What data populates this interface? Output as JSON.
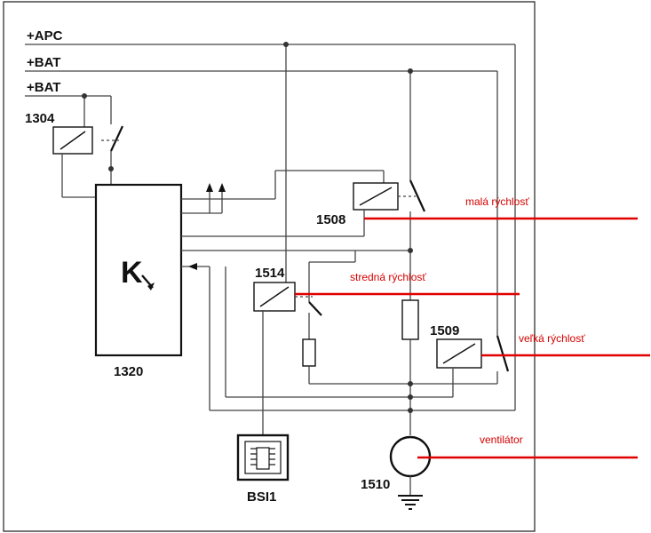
{
  "rails": {
    "apc": "+APC",
    "bat1": "+BAT",
    "bat2": "+BAT"
  },
  "components": {
    "relay_1304": "1304",
    "controller_symbol": "K",
    "controller_1320": "1320",
    "relay_1508": "1508",
    "relay_1514": "1514",
    "relay_1509": "1509",
    "fan_1510": "1510",
    "bsi": "BSI1"
  },
  "annotations": {
    "low_speed": "malá rýchlosť",
    "medium_speed": "stredná rýchlosť",
    "high_speed": "veľká rýchlosť",
    "fan": "ventilátor"
  },
  "colors": {
    "annotation": "#e00000",
    "wire": "#444444",
    "component": "#111111"
  }
}
